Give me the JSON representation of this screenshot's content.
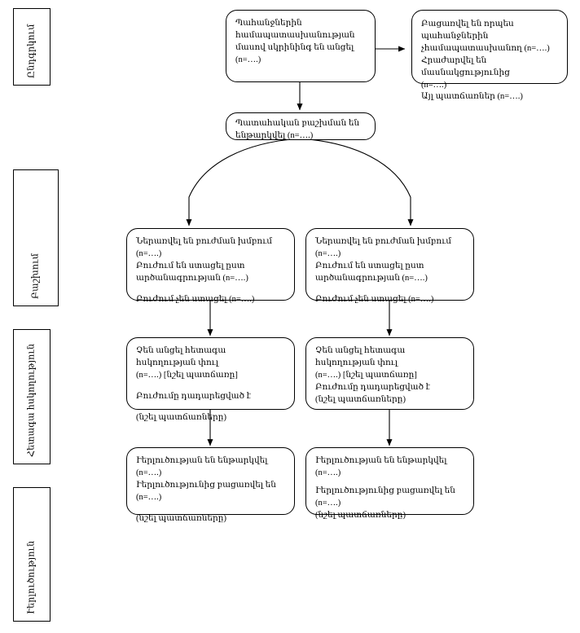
{
  "diagram": {
    "type": "consort-flow-diagram",
    "language": "hy",
    "stages": [
      {
        "id": "enrollment",
        "label": "Ընդգրկում"
      },
      {
        "id": "allocation",
        "label": "Բաշխում"
      },
      {
        "id": "followup",
        "label": "Հետագա հսկողություն"
      },
      {
        "id": "analysis",
        "label": "Ւերլուծություն"
      }
    ],
    "nodes": {
      "assessed": {
        "lines": [
          "Պահանջներին",
          "համապատասխանության",
          "մասով սկրինինգ են անցել",
          "(n=….)"
        ]
      },
      "excluded": {
        "lines": [
          "Բացառվել են որպես",
          "պահանջներին",
          "չհամապատասխանող (n=….)",
          "Հրաժարվել են մասնակցությունից",
          "(n=….)",
          "Այլ պատճառներ (n=….)"
        ]
      },
      "randomized": {
        "lines": [
          "Պատահական բաշխման են",
          "ենթարկվել (n=….)"
        ]
      },
      "allocation_left": {
        "lines": [
          "Ներառվել են բուժման խմբում (n=….)",
          "Բուժում են ստացել ըստ",
          "արծանագրության (n=….)"
        ],
        "lines_after_gap": [
          "Բուժում չեն ստացել (n=….)"
        ]
      },
      "allocation_right": {
        "lines": [
          "Ներառվել են բուժման խմբում (n=….)",
          "Բուժում են ստացել ըստ",
          "արծանագրության (n=….)"
        ],
        "lines_after_gap": [
          "Բուժում չեն ստացել (n=….)"
        ]
      },
      "followup_left": {
        "lines": [
          "Չեն անցել հետագա հսկողության փուլ",
          "(n=….) [նշել պատճառը]"
        ],
        "lines_after_gap": [
          "Բուժումը դադարեցված է"
        ],
        "lines_after_gap2": [
          "(նշել պատճառները)"
        ]
      },
      "followup_right": {
        "lines": [
          "Չեն անցել հետագա հսկողության փուլ",
          "(n=….) [նշել պատճառը]",
          "Բուժումը դադարեցված է",
          "(նշել պատճառները)"
        ]
      },
      "analysis_left": {
        "lines": [
          "Ւերլուծության են ենթարկվել (n=….)",
          "Ւերլուծությունից բացառվել են (n=….)"
        ],
        "lines_after_gap": [
          "(նշել պատճառները)"
        ]
      },
      "analysis_right": {
        "lines": [
          "Ւերլուծության են ենթարկվել (n=….)",
          "Ւերլուծությունից բացառվել  են (n=….)",
          "(նշել պատճառները)"
        ]
      }
    },
    "colors": {
      "stroke": "#000000",
      "background": "#ffffff",
      "text": "#000000"
    }
  }
}
